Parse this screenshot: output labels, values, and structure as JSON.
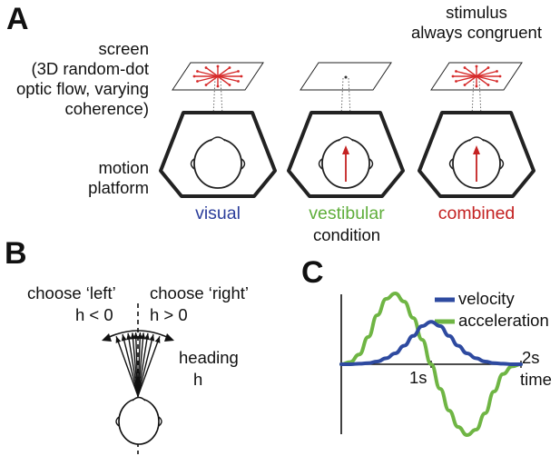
{
  "panels": {
    "a": "A",
    "b": "B",
    "c": "C"
  },
  "panel_a": {
    "screen_lines": [
      "screen",
      "(3D random-dot",
      "optic flow, varying",
      "coherence)"
    ],
    "platform_lines": [
      "motion",
      "platform"
    ],
    "stimulus_lines": [
      "stimulus",
      "always congruent"
    ],
    "conditions": [
      {
        "label": "visual",
        "color": "#2b3d9b"
      },
      {
        "label": "vestibular",
        "color": "#5fae3b"
      },
      {
        "label": "combined",
        "color": "#c42222"
      }
    ],
    "condition_caption": "condition",
    "colors": {
      "outline": "#222222",
      "flow": "#d62a2a",
      "arrow": "#c42222"
    }
  },
  "panel_b": {
    "left_choice": "choose ‘left’",
    "left_rule": "h < 0",
    "right_choice": "choose ‘right’",
    "right_rule": "h > 0",
    "heading_lines": [
      "heading",
      "h"
    ]
  },
  "chart_data": {
    "type": "line",
    "title": "",
    "xlabel": "time",
    "ylabel": "",
    "xlim": [
      0,
      2
    ],
    "x_ticks": [
      "1s",
      "2s"
    ],
    "legend_position": "top-right",
    "series": [
      {
        "name": "velocity",
        "color": "#2e4aa0",
        "x": [
          0,
          0.1,
          0.2,
          0.3,
          0.4,
          0.5,
          0.6,
          0.7,
          0.8,
          0.9,
          1.0,
          1.1,
          1.2,
          1.3,
          1.4,
          1.5,
          1.6,
          1.7,
          1.8,
          1.9,
          2.0
        ],
        "values": [
          0.0,
          0.0,
          0.01,
          0.02,
          0.05,
          0.11,
          0.2,
          0.34,
          0.52,
          0.7,
          0.78,
          0.7,
          0.52,
          0.34,
          0.2,
          0.11,
          0.05,
          0.02,
          0.01,
          0.0,
          0.0
        ]
      },
      {
        "name": "acceleration",
        "color": "#6fb544",
        "x": [
          0,
          0.1,
          0.2,
          0.3,
          0.4,
          0.5,
          0.6,
          0.7,
          0.8,
          0.9,
          1.0,
          1.1,
          1.2,
          1.3,
          1.4,
          1.5,
          1.6,
          1.7,
          1.8,
          1.9,
          2.0
        ],
        "values": [
          0.0,
          0.04,
          0.18,
          0.5,
          0.9,
          1.2,
          1.3,
          1.15,
          0.85,
          0.45,
          0.0,
          -0.45,
          -0.85,
          -1.15,
          -1.3,
          -1.2,
          -0.9,
          -0.5,
          -0.18,
          -0.04,
          0.0
        ]
      }
    ]
  }
}
